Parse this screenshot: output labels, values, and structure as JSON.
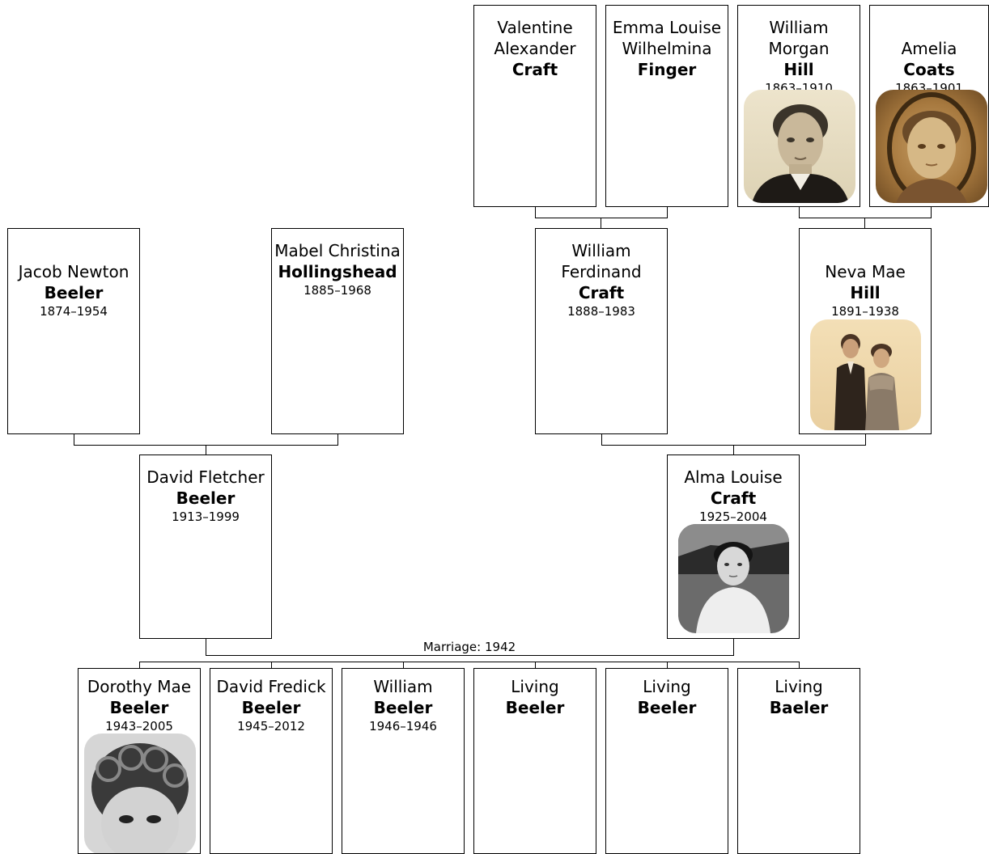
{
  "people": {
    "valentine": {
      "given": "Valentine Alexander",
      "surname": "Craft",
      "dates": ""
    },
    "emma": {
      "given": "Emma Louise Wilhelmina",
      "surname": "Finger",
      "dates": ""
    },
    "william_morgan": {
      "given": "William Morgan",
      "surname": "Hill",
      "dates": "1863–1910"
    },
    "amelia": {
      "given": "Amelia",
      "surname": "Coats",
      "dates": "1863–1901"
    },
    "jacob": {
      "given": "Jacob Newton",
      "surname": "Beeler",
      "dates": "1874–1954"
    },
    "mabel": {
      "given": "Mabel Christina",
      "surname": "Hollingshead",
      "dates": "1885–1968"
    },
    "william_ferdinand": {
      "given": "William Ferdinand",
      "surname": "Craft",
      "dates": "1888–1983"
    },
    "neva": {
      "given": "Neva Mae",
      "surname": "Hill",
      "dates": "1891–1938"
    },
    "david_fletcher": {
      "given": "David Fletcher",
      "surname": "Beeler",
      "dates": "1913–1999"
    },
    "alma": {
      "given": "Alma Louise",
      "surname": "Craft",
      "dates": "1925–2004"
    },
    "dorothy": {
      "given": "Dorothy Mae",
      "surname": "Beeler",
      "dates": "1943–2005"
    },
    "david_fredick": {
      "given": "David Fredick",
      "surname": "Beeler",
      "dates": "1945–2012"
    },
    "william_b": {
      "given": "William",
      "surname": "Beeler",
      "dates": "1946–1946"
    },
    "living1": {
      "given": "Living",
      "surname": "Beeler",
      "dates": ""
    },
    "living2": {
      "given": "Living",
      "surname": "Beeler",
      "dates": ""
    },
    "living3": {
      "given": "Living",
      "surname": "Baeler",
      "dates": ""
    }
  },
  "marriage": "Marriage: 1942"
}
